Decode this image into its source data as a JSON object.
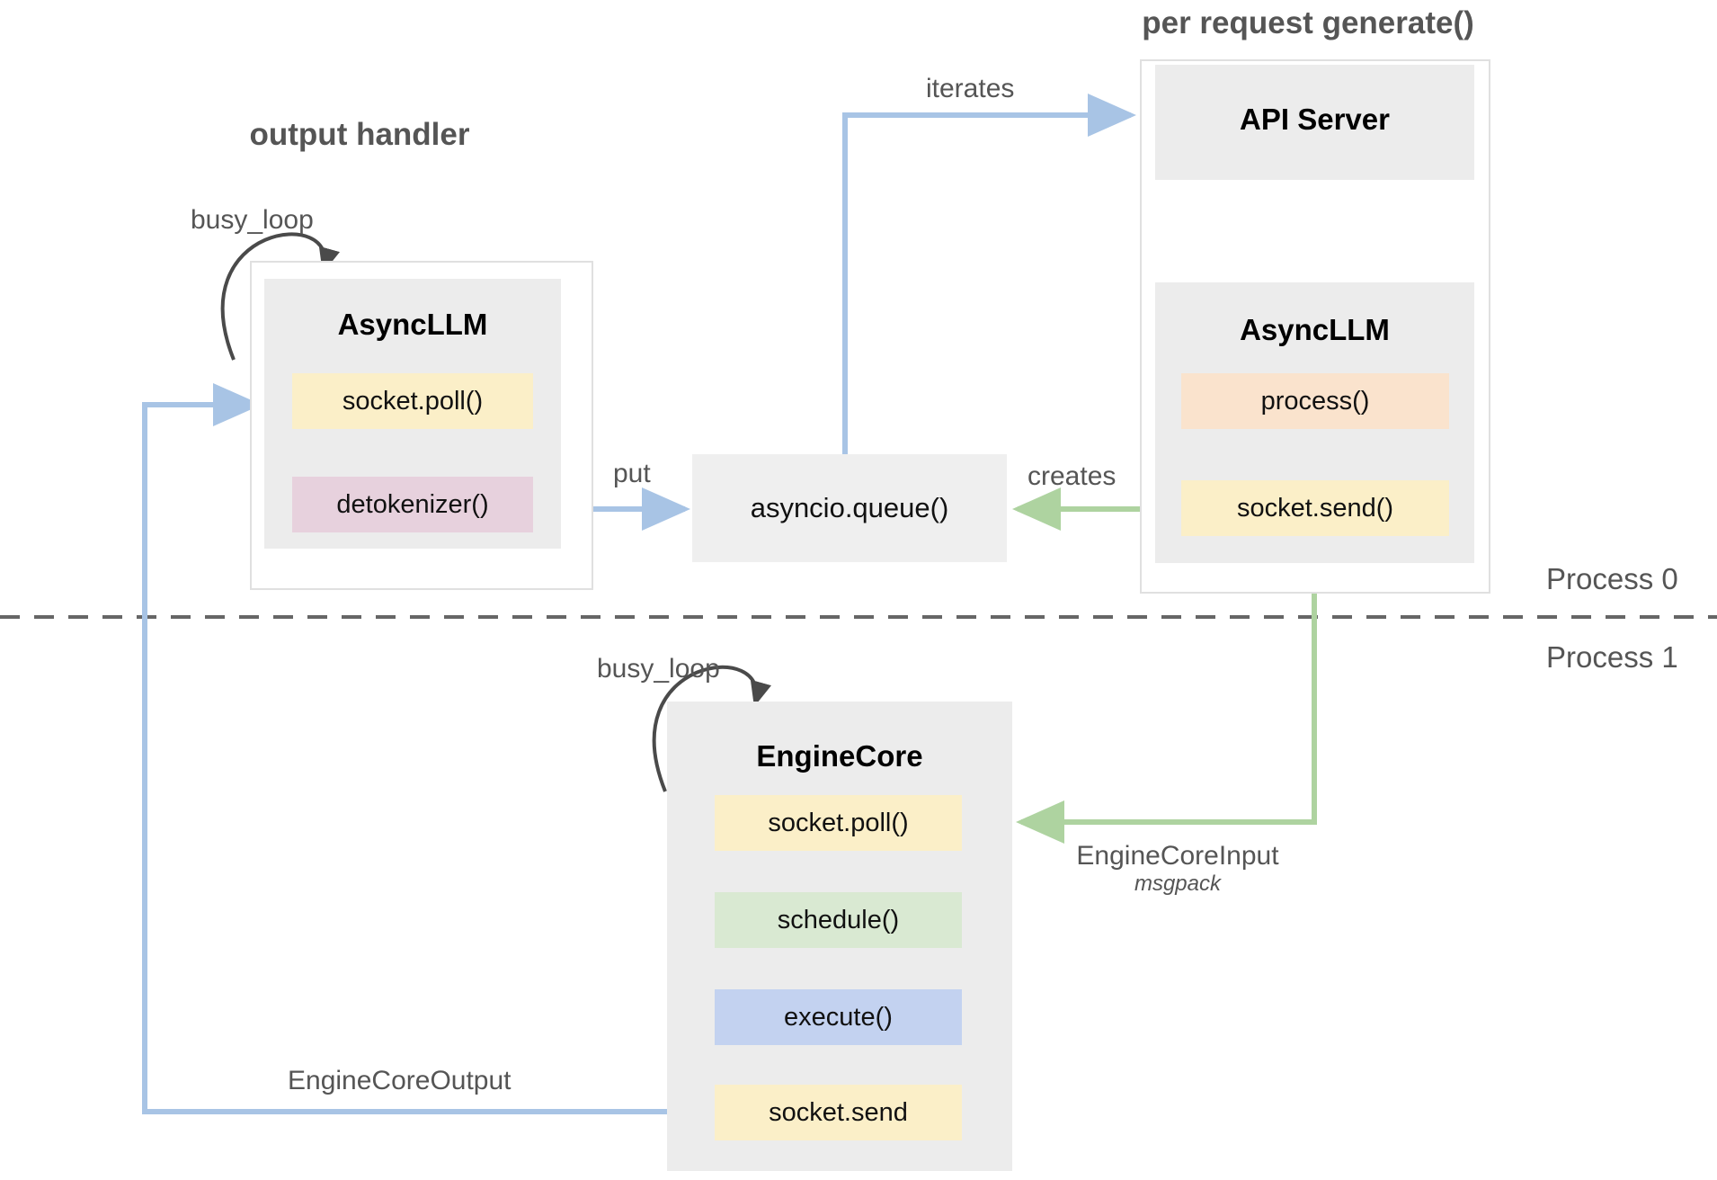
{
  "diagram": {
    "title_output_handler": "output handler",
    "title_per_request": "per request generate()",
    "process_top": "Process 0",
    "process_bottom": "Process 1"
  },
  "output_handler": {
    "busy_loop_label": "busy_loop",
    "box_title": "AsyncLLM",
    "chips": [
      {
        "label": "socket.poll()",
        "color": "#fbefc8"
      },
      {
        "label": "detokenizer()",
        "color": "#e7d1dd"
      }
    ]
  },
  "queue": {
    "label": "asyncio.queue()",
    "color": "#efefef"
  },
  "api_panel": {
    "server_title": "API Server",
    "async_title": "AsyncLLM",
    "chips": [
      {
        "label": "process()",
        "color": "#fae3cd"
      },
      {
        "label": "socket.send()",
        "color": "#fbefc8"
      }
    ]
  },
  "engine_core": {
    "busy_loop_label": "busy_loop",
    "box_title": "EngineCore",
    "chips": [
      {
        "label": "socket.poll()",
        "color": "#fbefc8"
      },
      {
        "label": "schedule()",
        "color": "#d9e9d2"
      },
      {
        "label": "execute()",
        "color": "#c3d2f0"
      },
      {
        "label": "socket.send",
        "color": "#fbefc8"
      }
    ]
  },
  "arrows": {
    "iterates": "iterates",
    "put": "put",
    "creates": "creates",
    "engine_core_input": "EngineCoreInput",
    "engine_core_input_format": "msgpack",
    "engine_core_output": "EngineCoreOutput"
  },
  "colors": {
    "blue_arrow": "#a8c4e5",
    "green_arrow": "#aed3a0",
    "dark_arrow": "#4a4a4a",
    "panel_border": "#e0e0e0",
    "grey_fill": "#ececec",
    "divider": "#666666"
  }
}
